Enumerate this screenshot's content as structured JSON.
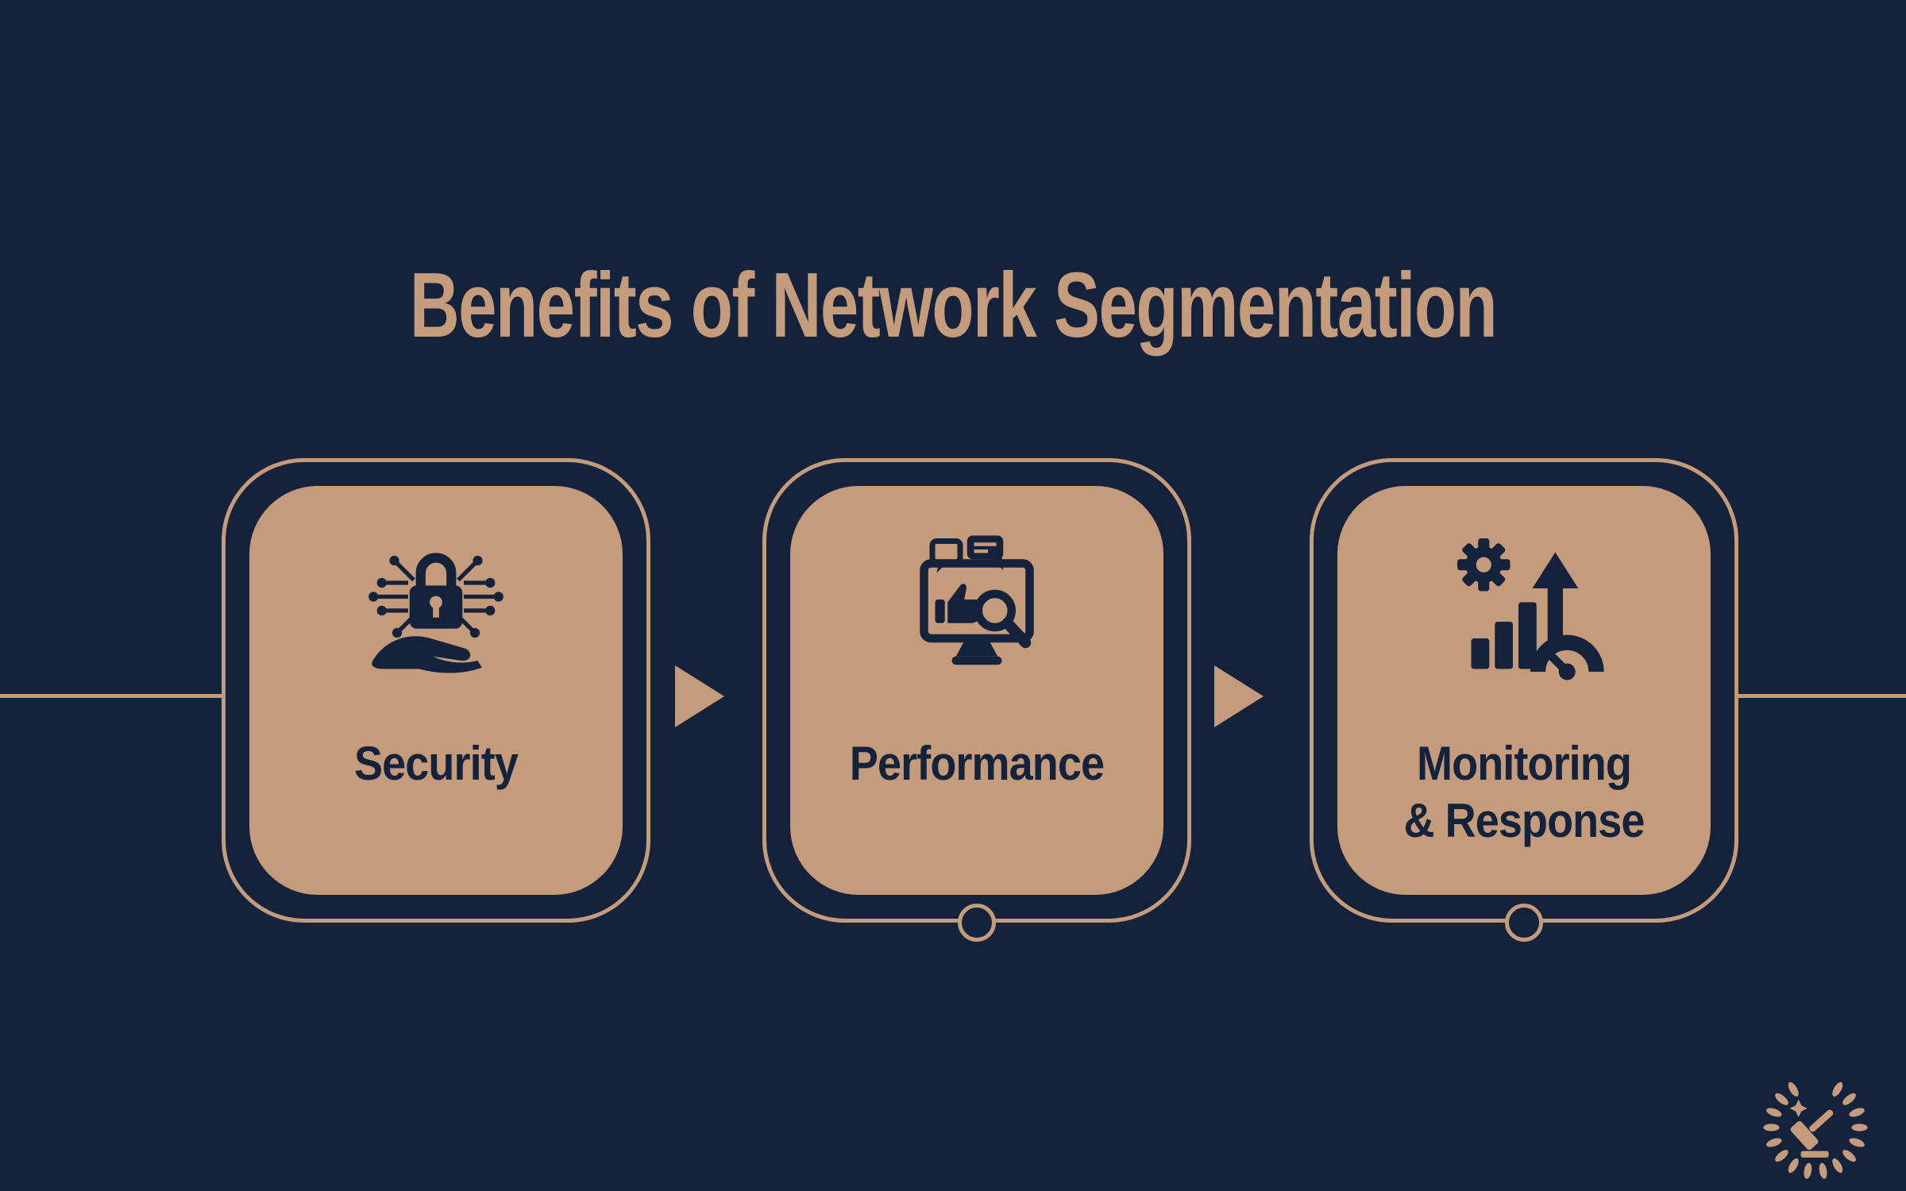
{
  "title": "Benefits of Network Segmentation",
  "colors": {
    "background": "#14223C",
    "accent": "#C49B7B",
    "card_text": "#14223C"
  },
  "cards": [
    {
      "label": "Security",
      "icon": "security-lock-circuit-hand-icon"
    },
    {
      "label": "Performance",
      "icon": "performance-monitor-feedback-icon"
    },
    {
      "label": "Monitoring\n& Response",
      "icon": "monitoring-analytics-gauge-icon"
    }
  ],
  "flow": {
    "arrows": [
      "arrow-right-icon",
      "arrow-right-icon"
    ]
  },
  "logo": {
    "name": "laurel-wreath-gavel-logo"
  }
}
